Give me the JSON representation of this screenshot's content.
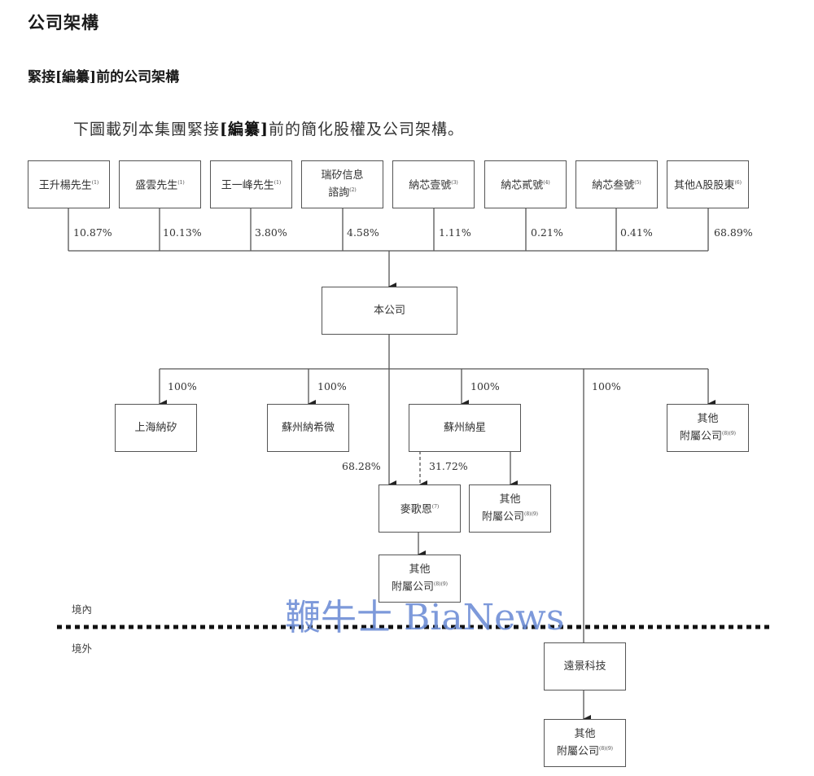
{
  "heading": "公司架構",
  "subheading": "緊接[編纂]前的公司架構",
  "intro": {
    "before": "下圖載列本集團緊接",
    "bold": "[編纂]",
    "after": "前的簡化股權及公司架構。"
  },
  "shareholders": [
    {
      "name": "王升楊先生",
      "note": "(1)",
      "pct": "10.87%"
    },
    {
      "name": "盛雲先生",
      "note": "(1)",
      "pct": "10.13%"
    },
    {
      "name": "王一峰先生",
      "note": "(1)",
      "pct": "3.80%"
    },
    {
      "name": "瑞矽信息",
      "name2": "諮詢",
      "note": "(2)",
      "pct": "4.58%"
    },
    {
      "name": "納芯壹號",
      "note": "(3)",
      "pct": "1.11%"
    },
    {
      "name": "納芯貳號",
      "note": "(4)",
      "pct": "0.21%"
    },
    {
      "name": "納芯叁號",
      "note": "(5)",
      "pct": "0.41%"
    },
    {
      "name": "其他A股股東",
      "note": "(6)",
      "pct": "68.89%"
    }
  ],
  "company": {
    "name": "本公司"
  },
  "subsidiaries": {
    "shanghai": {
      "name": "上海納矽",
      "pct": "100%"
    },
    "suzhou_xiwei": {
      "name": "蘇州納希微",
      "pct": "100%"
    },
    "suzhou_naxing": {
      "name": "蘇州納星",
      "pct": "100%"
    },
    "yuanjing_pct": "100%",
    "other_top": {
      "line1": "其他",
      "line2": "附屬公司",
      "note": "(8)(9)"
    },
    "maigeen": {
      "name": "麥歌恩",
      "note": "(7)",
      "pct_company": "68.28%",
      "pct_naxing": "31.72%"
    },
    "other_naxing": {
      "line1": "其他",
      "line2": "附屬公司",
      "note": "(8)(9)"
    },
    "other_maigeen": {
      "line1": "其他",
      "line2": "附屬公司",
      "note": "(8)(9)"
    },
    "yuanjing": {
      "name": "遠景科技"
    },
    "other_yuanjing": {
      "line1": "其他",
      "line2": "附屬公司",
      "note": "(8)(9)"
    }
  },
  "regions": {
    "domestic": "境內",
    "overseas": "境外"
  },
  "watermark": "鞭牛士 BiaNews"
}
